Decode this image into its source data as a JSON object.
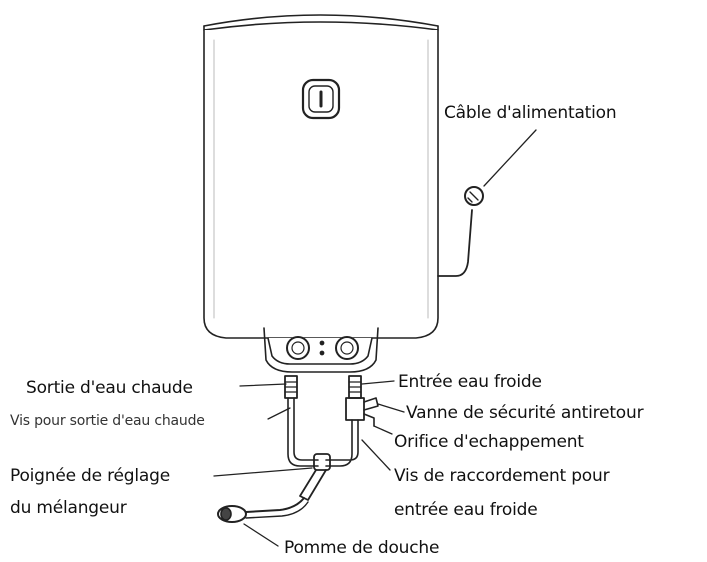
{
  "labels": {
    "power_cable": "Câble d'alimentation",
    "hot_outlet": "Sortie d'eau chaude",
    "hot_outlet_screw": "Vis pour sortie d'eau chaude",
    "cold_inlet": "Entrée eau froide",
    "safety_valve": "Vanne de sécurité antiretour",
    "exhaust_orifice": "Orifice d'echappement",
    "mixer_handle_line1": "Poignée de réglage",
    "mixer_handle_line2": "du mélangeur",
    "connection_screw_line1": "Vis de raccordement pour",
    "connection_screw_line2": "entrée eau froide",
    "shower_head": "Pomme de douche"
  },
  "colors": {
    "line": "#222222",
    "tank_fill": "#ffffff",
    "text": "#111111"
  }
}
